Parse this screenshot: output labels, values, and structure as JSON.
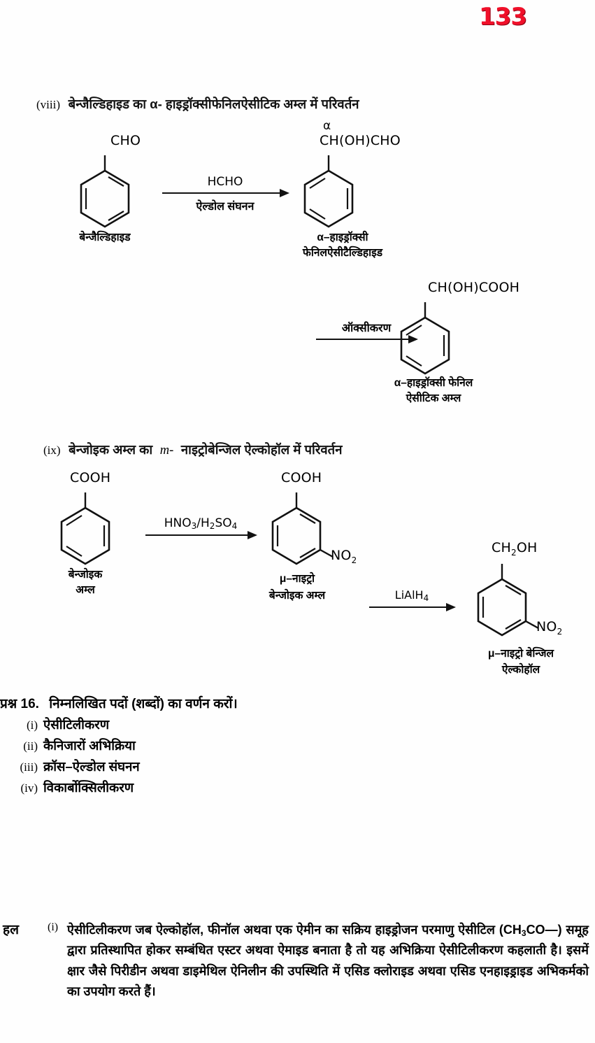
{
  "page": {
    "number": "133",
    "number_color": "#f0102a"
  },
  "question_viii": {
    "marker": "(viii)",
    "text": "बेन्जैल्डिहाइड का α- हाइड्रॉक्सीफेनिलऐसीटिक अम्ल में परिवर्तन",
    "scheme": {
      "reactant": {
        "top_group": "CHO",
        "name": "बेन्जैल्डिहाइड"
      },
      "arrow1": {
        "above": "HCHO",
        "below": "ऐल्डोल संघनन"
      },
      "product1": {
        "alpha_mark": "α",
        "top_group": "CH(OH)CHO",
        "name_line1": "α–हाइड्रॉक्सी",
        "name_line2": "फेनिलऐसीटैल्डिहाइड"
      },
      "arrow2": {
        "above": "ऑक्सीकरण",
        "below": ""
      },
      "product2": {
        "top_group": "CH(OH)COOH",
        "name_line1": "α–हाइड्रॉक्सी फेनिल",
        "name_line2": "ऐसीटिक अम्ल"
      }
    }
  },
  "question_ix": {
    "marker": "(ix)",
    "text_before": "बेन्जोइक अम्ल का",
    "italic_m": "m-",
    "text_after": "नाइट्रोबेन्जिल ऐल्कोहॉल में परिवर्तन",
    "scheme": {
      "reactant": {
        "top_group": "COOH",
        "name_line1": "बेन्जोइक",
        "name_line2": "अम्ल"
      },
      "arrow1": {
        "above": "HNO3/H2SO4",
        "above_parts": [
          "HNO",
          "3",
          "/H",
          "2",
          "SO",
          "4"
        ],
        "below": ""
      },
      "product1": {
        "top_group": "COOH",
        "side_group": "NO2",
        "name_line1": "μ–नाइट्रो",
        "name_line2": "बेन्जोइक अम्ल"
      },
      "arrow2": {
        "above": "LiAlH4",
        "above_parts": [
          "LiAlH",
          "4"
        ],
        "below": ""
      },
      "product2": {
        "top_group": "CH2OH",
        "top_group_parts": [
          "CH",
          "2",
          "OH"
        ],
        "side_group": "NO2",
        "name_line1": "μ–नाइट्रो बेन्जिल",
        "name_line2": "ऐल्कोहॉल"
      }
    }
  },
  "question_16": {
    "label": "प्रश्न 16.",
    "title": "निम्नलिखित पदों (शब्दों) का वर्णन करों।",
    "items": [
      {
        "marker": "(i)",
        "label": "ऐसीटिलीकरण"
      },
      {
        "marker": "(ii)",
        "label": "कैनिजारों अभिक्रिया"
      },
      {
        "marker": "(iii)",
        "label": "क्रॉस–ऐल्डोल संघनन"
      },
      {
        "marker": "(iv)",
        "label": "विकार्बोक्सिलीकरण"
      }
    ]
  },
  "solution": {
    "tag": "हल",
    "marker": "(i)",
    "term": "ऐसीटिलीकरण",
    "body_part1": " जब ऐल्कोहॉल, फीनॉल अथवा एक ऐमीन का सक्रिय हाइड्रोजन परमाणु ऐसीटिल (CH",
    "formula_sub": "3",
    "body_part2": "CO—) समूह द्वारा प्रतिस्थापित होकर सम्बंधित एस्टर अथवा ऐमाइड बनाता है तो यह अभिक्रिया ऐसीटिलीकरण कहलाती है। इसमें क्षार जैसे पिरीडीन अथवा डाइमेथिल ऐनिलीन की उपस्थिति में एसिड क्लोराइड अथवा एसिड एनहाइड्राइड अभिकर्मको का उपयोग करते हैं।"
  }
}
